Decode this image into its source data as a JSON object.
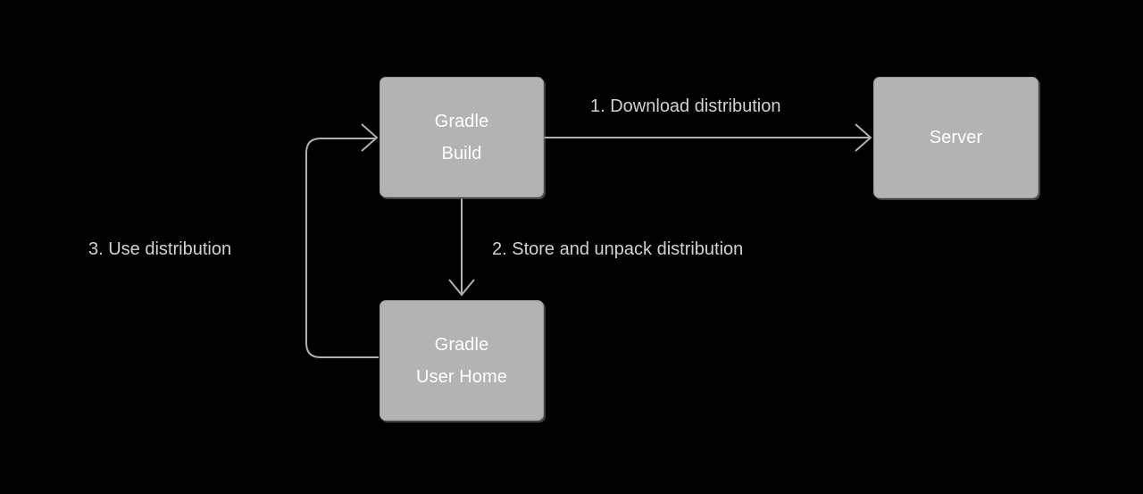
{
  "diagram": {
    "title": "Gradle wrapper distribution flow",
    "background_color": "#000000",
    "node_fill_color": "#b3b3b3",
    "node_border_color": "#9b9b9b",
    "node_text_color": "#ffffff",
    "edge_color": "#b0b0b0",
    "label_text_color": "#d2d2d2"
  },
  "nodes": [
    {
      "id": "gradle-build",
      "lines": [
        "Gradle",
        "Build"
      ],
      "line1": "Gradle",
      "line2": "Build"
    },
    {
      "id": "server",
      "lines": [
        "Server"
      ],
      "line1": "Server"
    },
    {
      "id": "gradle-user-home",
      "lines": [
        "Gradle",
        "User Home"
      ],
      "line1": "Gradle",
      "line2": "User Home"
    }
  ],
  "edges": [
    {
      "id": "download",
      "label": "1. Download distribution",
      "from": "gradle-build",
      "to": "server",
      "direction": "right"
    },
    {
      "id": "store",
      "label": "2. Store and unpack distribution",
      "from": "gradle-build",
      "to": "gradle-user-home",
      "direction": "down"
    },
    {
      "id": "use",
      "label": "3. Use distribution",
      "from": "gradle-user-home",
      "to": "gradle-build",
      "direction": "left-up-right"
    }
  ]
}
